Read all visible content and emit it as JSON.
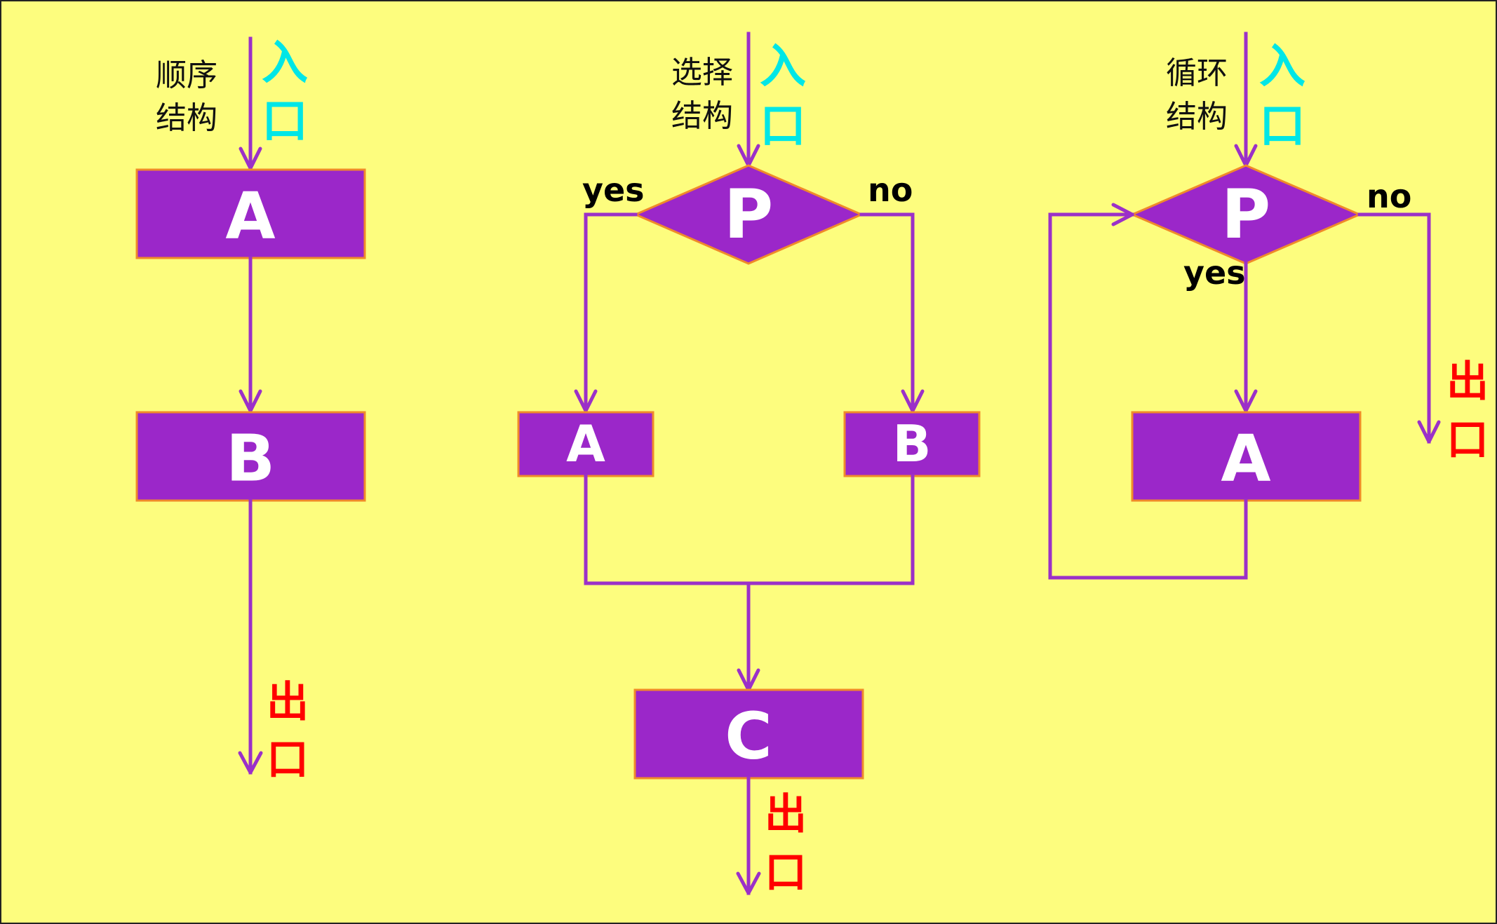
{
  "colors": {
    "background": "#fdfd7e",
    "box_fill": "#9b27c9",
    "box_border": "#f08a2a",
    "line": "#9b30c8",
    "entry_text": "#00e6e6",
    "exit_text": "#ff0000"
  },
  "sequence": {
    "title_line1": "顺序",
    "title_line2": "结构",
    "entry_line1": "入",
    "entry_line2": "口",
    "box_a": "A",
    "box_b": "B",
    "exit_line1": "出",
    "exit_line2": "口"
  },
  "selection": {
    "title_line1": "选择",
    "title_line2": "结构",
    "entry_line1": "入",
    "entry_line2": "口",
    "condition": "P",
    "yes_label": "yes",
    "no_label": "no",
    "box_a": "A",
    "box_b": "B",
    "box_c": "C",
    "exit_line1": "出",
    "exit_line2": "口"
  },
  "loop": {
    "title_line1": "循环",
    "title_line2": "结构",
    "entry_line1": "入",
    "entry_line2": "口",
    "condition": "P",
    "yes_label": "yes",
    "no_label": "no",
    "box_a": "A",
    "exit_line1": "出",
    "exit_line2": "口"
  }
}
